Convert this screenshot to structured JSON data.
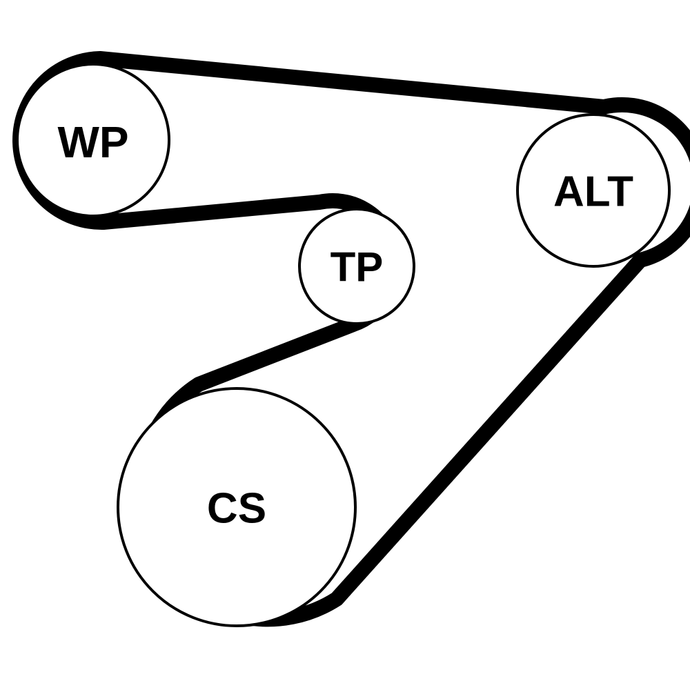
{
  "diagram": {
    "pulleys": [
      {
        "id": "wp",
        "label": "WP"
      },
      {
        "id": "alt",
        "label": "ALT"
      },
      {
        "id": "tp",
        "label": "TP"
      },
      {
        "id": "cs",
        "label": "CS"
      }
    ],
    "colors": {
      "belt": "#000000",
      "pulley_outline": "#000000",
      "background": "#ffffff"
    }
  }
}
